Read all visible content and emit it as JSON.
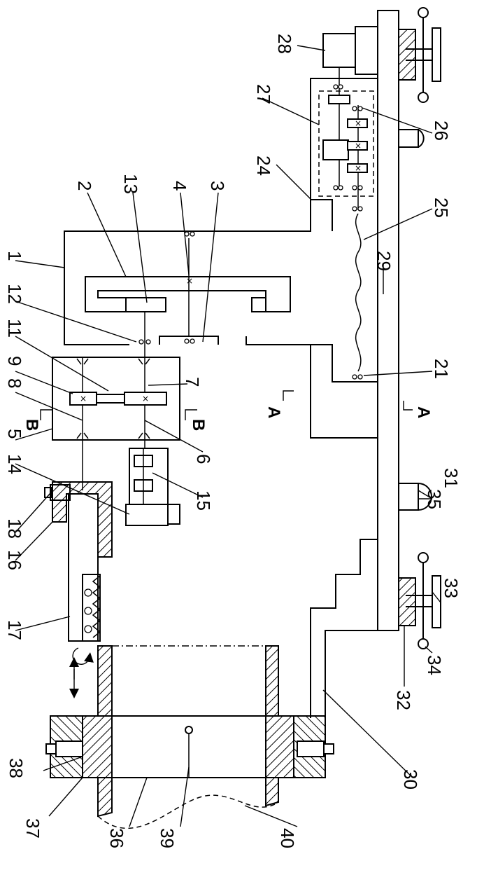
{
  "labels": {
    "l1": "1",
    "l2": "2",
    "l3": "3",
    "l4": "4",
    "l5": "5",
    "l6": "6",
    "l7": "7",
    "l8": "8",
    "l9": "9",
    "l11": "11",
    "l12": "12",
    "l13": "13",
    "l14": "14",
    "l15": "15",
    "l16": "16",
    "l17": "17",
    "l18": "18",
    "l21": "21",
    "l24": "24",
    "l25": "25",
    "l26": "26",
    "l27": "27",
    "l28": "28",
    "l29": "29",
    "l30": "30",
    "l31": "31",
    "l32": "32",
    "l33": "33",
    "l34": "34",
    "l35": "35",
    "l36": "36",
    "l37": "37",
    "l38": "38",
    "l39": "39",
    "l40": "40"
  },
  "sections": {
    "a_left": "A",
    "a_right": "A",
    "b_left": "B",
    "b_right": "B"
  },
  "gear_mark": "×"
}
